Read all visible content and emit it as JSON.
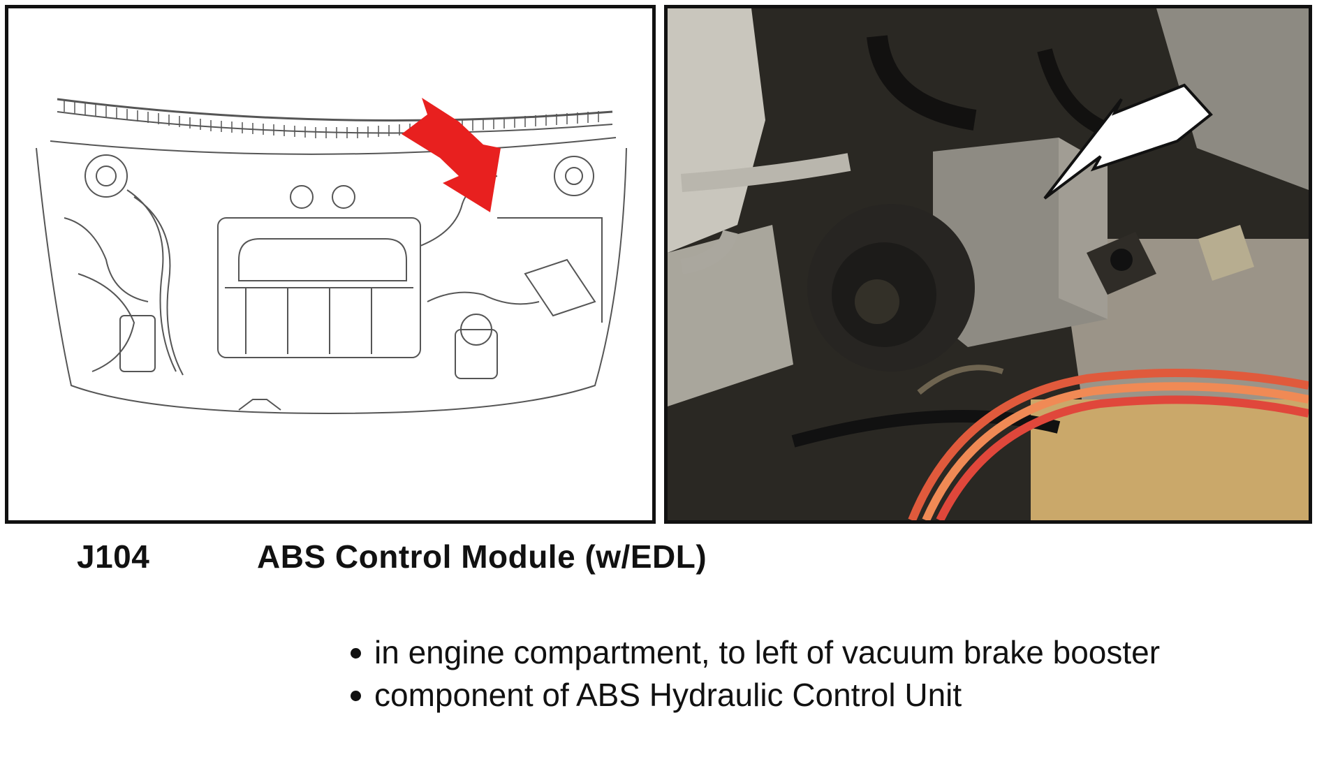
{
  "figure": {
    "left_panel": {
      "icon": "engine-bay-line-drawing",
      "arrow_color": "#e8201f"
    },
    "right_panel": {
      "icon": "abs-unit-photo",
      "arrow_color": "#ffffff"
    }
  },
  "caption": {
    "code": "J104",
    "title": "ABS Control Module (w/EDL)"
  },
  "notes": [
    "in engine compartment, to left of vacuum brake booster",
    "component of ABS Hydraulic Control Unit"
  ]
}
